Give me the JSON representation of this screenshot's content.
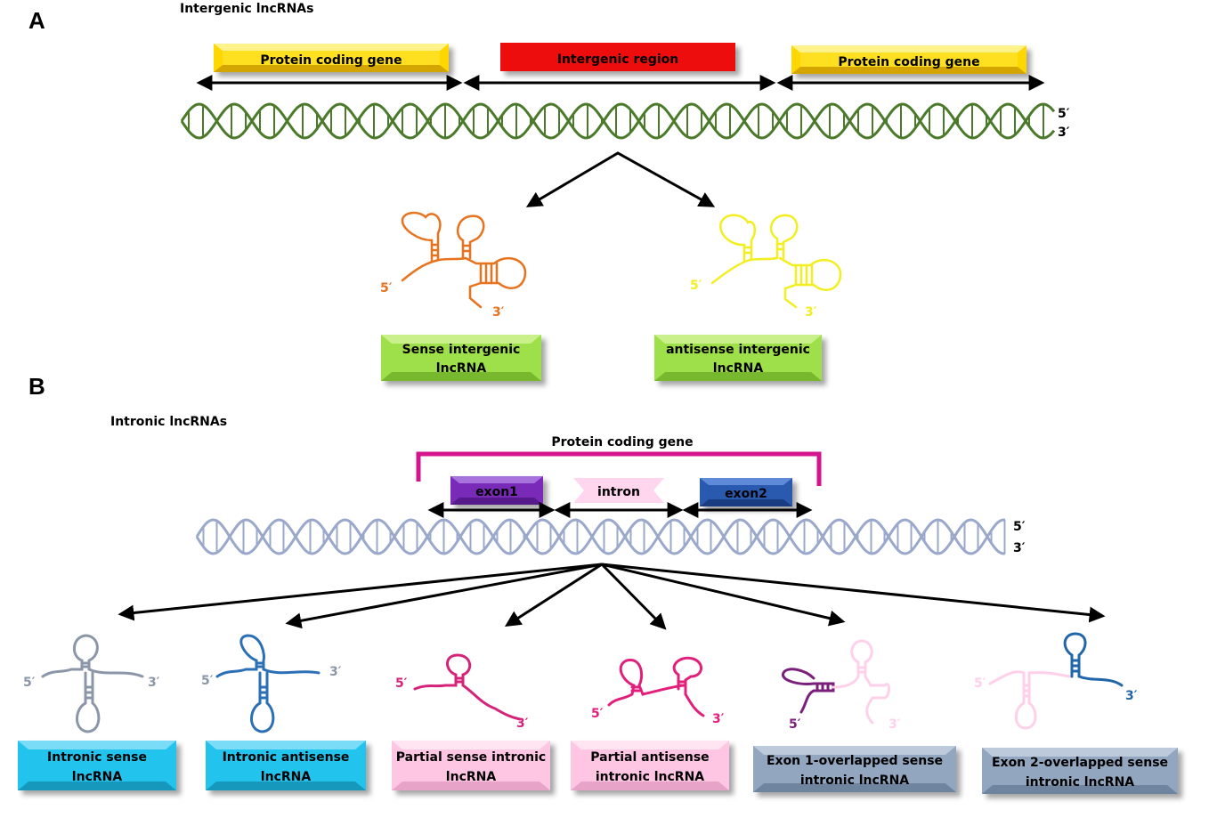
{
  "panel_a": {
    "panel_label": "A",
    "heading": "Intergenic lncRNAs",
    "regions": [
      "Protein coding gene",
      "Intergenic region",
      "Protein coding gene"
    ],
    "strand_5": "5′",
    "strand_3": "3′",
    "outputs": [
      {
        "line1": "Sense intergenic",
        "line2": "lncRNA",
        "end5": "5′",
        "end3": "3′",
        "color": "#e8731f"
      },
      {
        "line1": "antisense intergenic",
        "line2": "lncRNA",
        "end5": "5′",
        "end3": "3′",
        "color": "#f2ee20"
      }
    ]
  },
  "panel_b": {
    "panel_label": "B",
    "heading": "Intronic lncRNAs",
    "gene_label": "Protein coding gene",
    "segments": [
      "exon1",
      "intron",
      "exon2"
    ],
    "strand_5": "5′",
    "strand_3": "3′",
    "outputs": [
      {
        "line1": "Intronic sense",
        "line2": "lncRNA",
        "end5": "5′",
        "end3": "3′",
        "color": "#8b97a8"
      },
      {
        "line1": "Intronic antisense",
        "line2": "lncRNA",
        "end5": "5′",
        "end3": "3′",
        "color": "#2b6fb6"
      },
      {
        "line1": "Partial sense intronic",
        "line2": "lncRNA",
        "end5": "5′",
        "end3": "3′",
        "color": "#d6237a"
      },
      {
        "line1": "Partial antisense",
        "line2": "intronic lncRNA",
        "end5": "5′",
        "end3": "3′",
        "color": "#e2207c"
      },
      {
        "line1": "Exon 1-overlapped sense",
        "line2": "intronic lncRNA",
        "end5": "5′",
        "end3": "3′",
        "color": "#7a1f7a"
      },
      {
        "line1": "Exon 2-overlapped sense",
        "line2": "intronic lncRNA",
        "end5": "5′",
        "end3": "3′",
        "color": "#2166a8"
      }
    ]
  },
  "colors": {
    "helix_a": "#4a7a2a",
    "helix_b": "#9aa8cc",
    "protein_box": "#ffd700",
    "intergenic_box": "#ee1111",
    "output_a_box": "#9ee04a",
    "bracket": "#d4148c",
    "exon1": "#7a2bb8",
    "intron": "#ffd6ee",
    "exon2": "#2a5ab0",
    "cyan_box": "#22c4ee",
    "pink_box": "#ffc6e4",
    "gray_box": "#93a6c0"
  }
}
